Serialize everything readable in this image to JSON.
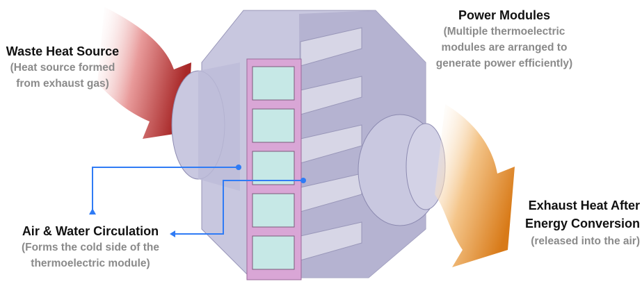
{
  "labels": {
    "waste_heat": {
      "title": "Waste Heat Source",
      "desc": [
        "(Heat source formed",
        "from exhaust gas)"
      ]
    },
    "power_modules": {
      "title": "Power Modules",
      "desc": [
        "(Multiple thermoelectric",
        "modules are arranged to",
        "generate power efficiently)"
      ]
    },
    "circulation": {
      "title": "Air & Water Circulation",
      "desc": [
        "(Forms the cold side of the",
        "thermoelectric module)"
      ]
    },
    "exhaust": {
      "title": [
        "Exhaust Heat After",
        "Energy Conversion"
      ],
      "desc": [
        "(released into the air)"
      ]
    }
  },
  "colors": {
    "leader": "#2f7bf5",
    "hot": "#b83a3a",
    "warm": "#e08a2a",
    "housing": "#b9b8d6",
    "frame": "#d9a6d6",
    "window": "#c6e8e6"
  }
}
